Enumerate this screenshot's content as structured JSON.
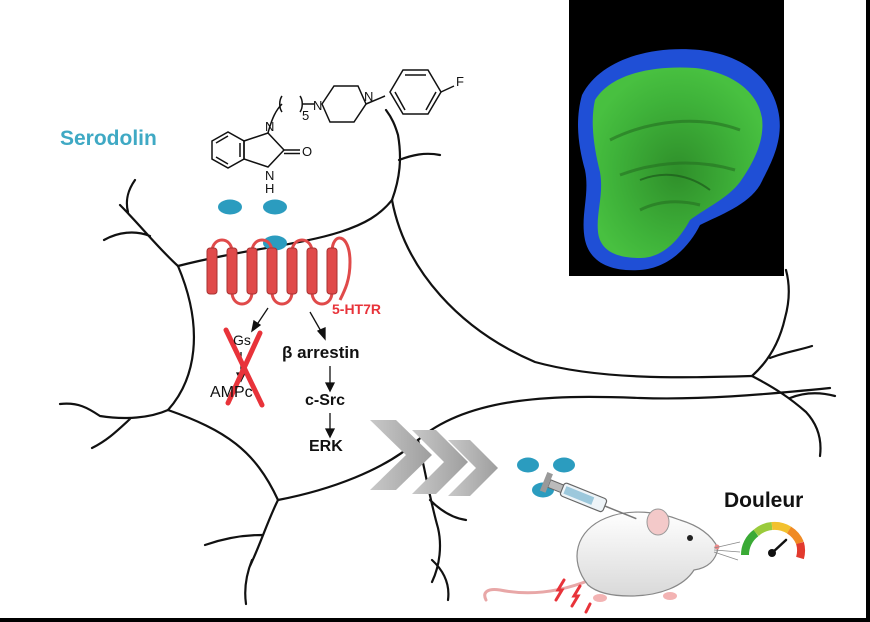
{
  "drug_name": "Serodolin",
  "receptor": "5-HT7R",
  "pathway": {
    "blocked": [
      "Gs",
      "AMPc"
    ],
    "active": [
      "β arrestin",
      "c-Src",
      "ERK"
    ]
  },
  "pain_label": "Douleur",
  "molecule_atoms": {
    "fluorine": "F",
    "nitrogen": "N",
    "oxygen": "O",
    "amine": "H",
    "repeat_index": "5"
  },
  "colors": {
    "drug_text": "#3fa9c4",
    "drug_dots": "#2b9cbf",
    "receptor": "#e04a4a",
    "receptor_text": "#e8333a",
    "inhibition_cross": "#e8333a",
    "arrows": "#b5b5b5",
    "micrograph_green": "#3fb33a",
    "micrograph_blue": "#1f4fd6"
  }
}
